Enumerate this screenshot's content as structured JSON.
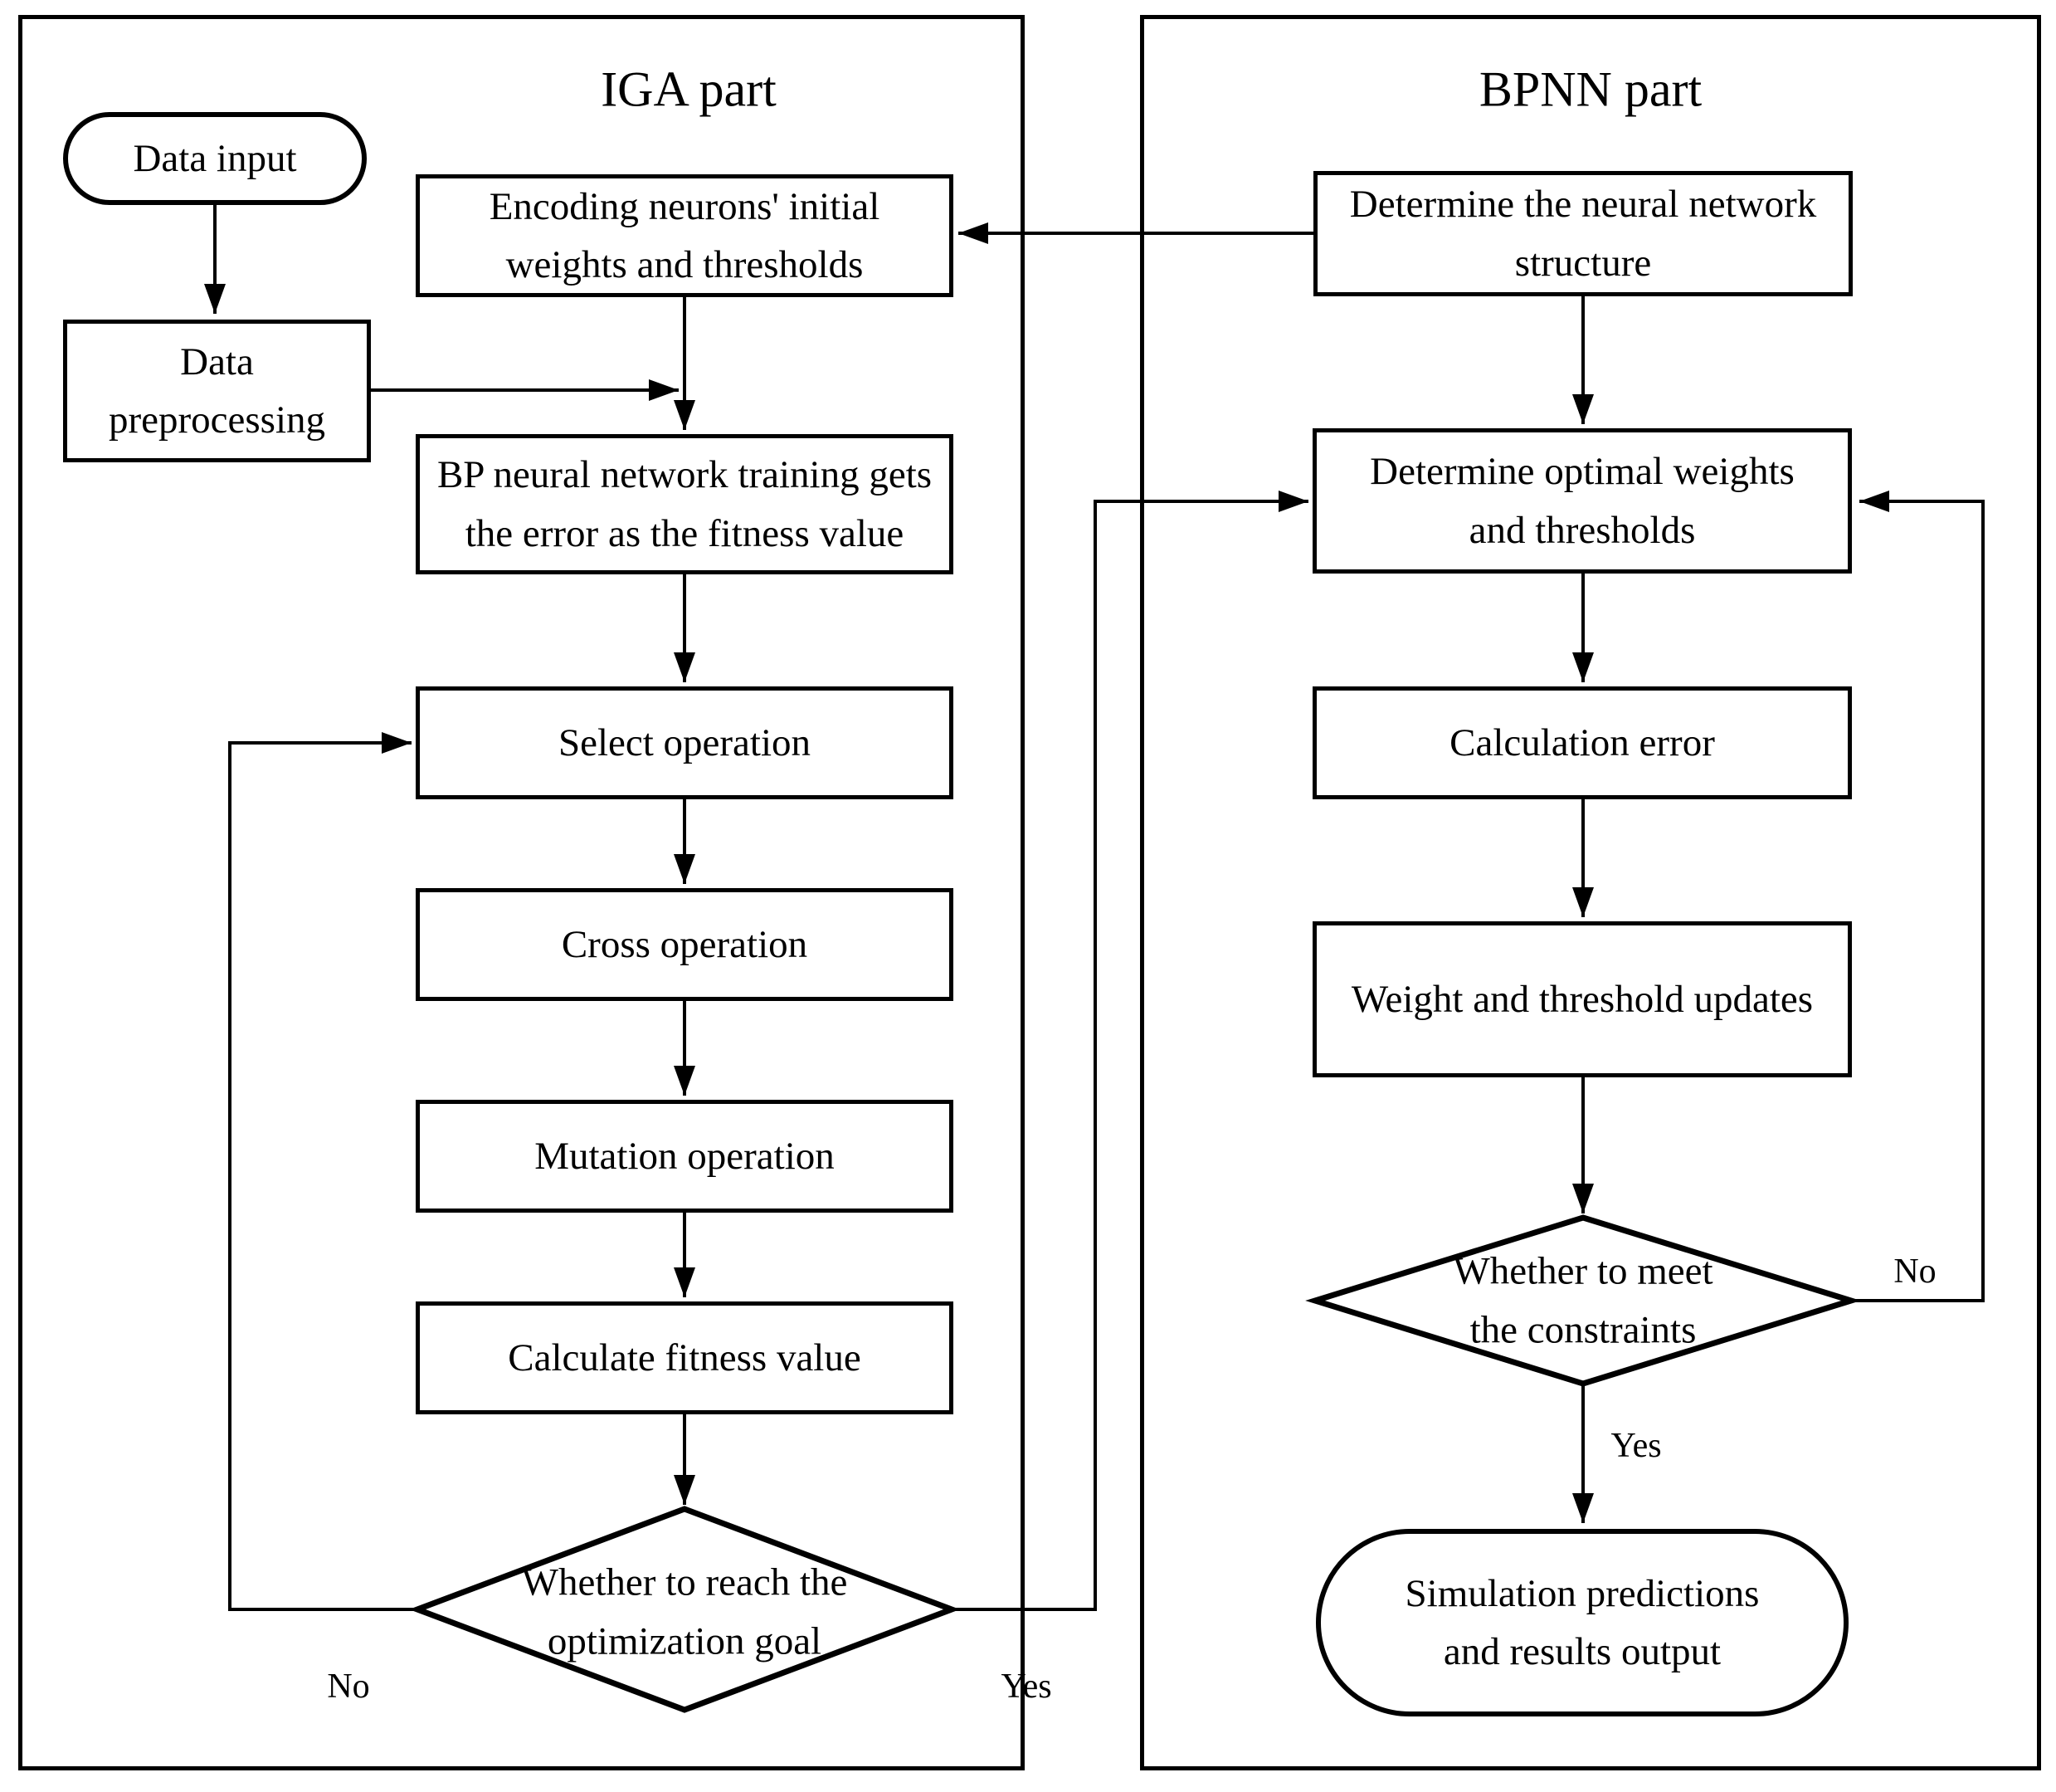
{
  "figure": {
    "type": "flowchart",
    "panels": {
      "iga": {
        "title": "IGA part"
      },
      "bpnn": {
        "title": "BPNN part"
      }
    },
    "nodes": {
      "data_input": {
        "label": "Data input",
        "shape": "stadium"
      },
      "data_preprocessing": {
        "label": "Data\npreprocessing",
        "shape": "rect"
      },
      "encoding": {
        "label": "Encoding neurons' initial\nweights and thresholds",
        "shape": "rect"
      },
      "bp_training": {
        "label": "BP neural network training gets\nthe error as the fitness value",
        "shape": "rect"
      },
      "select_op": {
        "label": "Select operation",
        "shape": "rect"
      },
      "cross_op": {
        "label": "Cross operation",
        "shape": "rect"
      },
      "mutation_op": {
        "label": "Mutation operation",
        "shape": "rect"
      },
      "calc_fitness": {
        "label": "Calculate fitness value",
        "shape": "rect"
      },
      "iga_decision": {
        "label": "Whether to reach the\noptimization goal",
        "shape": "diamond"
      },
      "determine_structure": {
        "label": "Determine the neural network\nstructure",
        "shape": "rect"
      },
      "determine_optimal": {
        "label": "Determine optimal weights\nand thresholds",
        "shape": "rect"
      },
      "calc_error": {
        "label": "Calculation error",
        "shape": "rect"
      },
      "weight_updates": {
        "label": "Weight and threshold updates",
        "shape": "rect"
      },
      "bpnn_decision": {
        "label": "Whether to meet\nthe constraints",
        "shape": "diamond"
      },
      "simulation_output": {
        "label": "Simulation predictions\nand results output",
        "shape": "stadium"
      }
    },
    "edge_labels": {
      "iga_no": "No",
      "iga_yes": "Yes",
      "bpnn_no": "No",
      "bpnn_yes": "Yes"
    },
    "colors": {
      "stroke": "#000000",
      "fill": "#ffffff"
    }
  }
}
